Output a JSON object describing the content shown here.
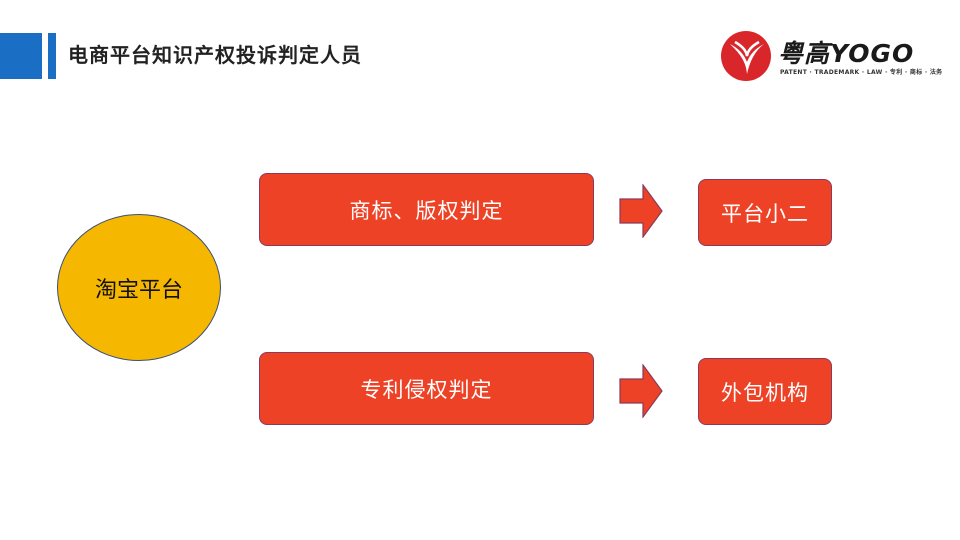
{
  "header": {
    "title": "电商平台知识产权投诉判定人员"
  },
  "logo": {
    "name": "粤高YOGO",
    "tagline": "PATENT · TRADEMARK · LAW · 专利 · 商标 · 法务",
    "brand_color": "#d9262b"
  },
  "diagram": {
    "source": {
      "label": "淘宝平台",
      "color": "#f6b700"
    },
    "rows": [
      {
        "judgment": "商标、版权判定",
        "handler": "平台小二"
      },
      {
        "judgment": "专利侵权判定",
        "handler": "外包机构"
      }
    ],
    "box_color": "#ee4226",
    "arrow_icon": "right-arrow-icon"
  }
}
